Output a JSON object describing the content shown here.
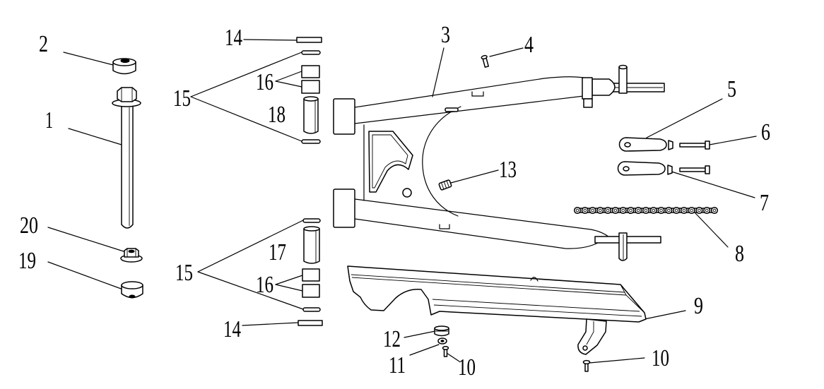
{
  "colors": {
    "stroke": "#000000",
    "background": "#ffffff"
  },
  "callouts": [
    "14",
    "2",
    "3",
    "4",
    "15",
    "16",
    "18",
    "1",
    "5",
    "6",
    "13",
    "7",
    "8",
    "20",
    "19",
    "17",
    "15",
    "16",
    "9",
    "12",
    "14",
    "11",
    "10",
    "10"
  ],
  "chain_links": 19
}
